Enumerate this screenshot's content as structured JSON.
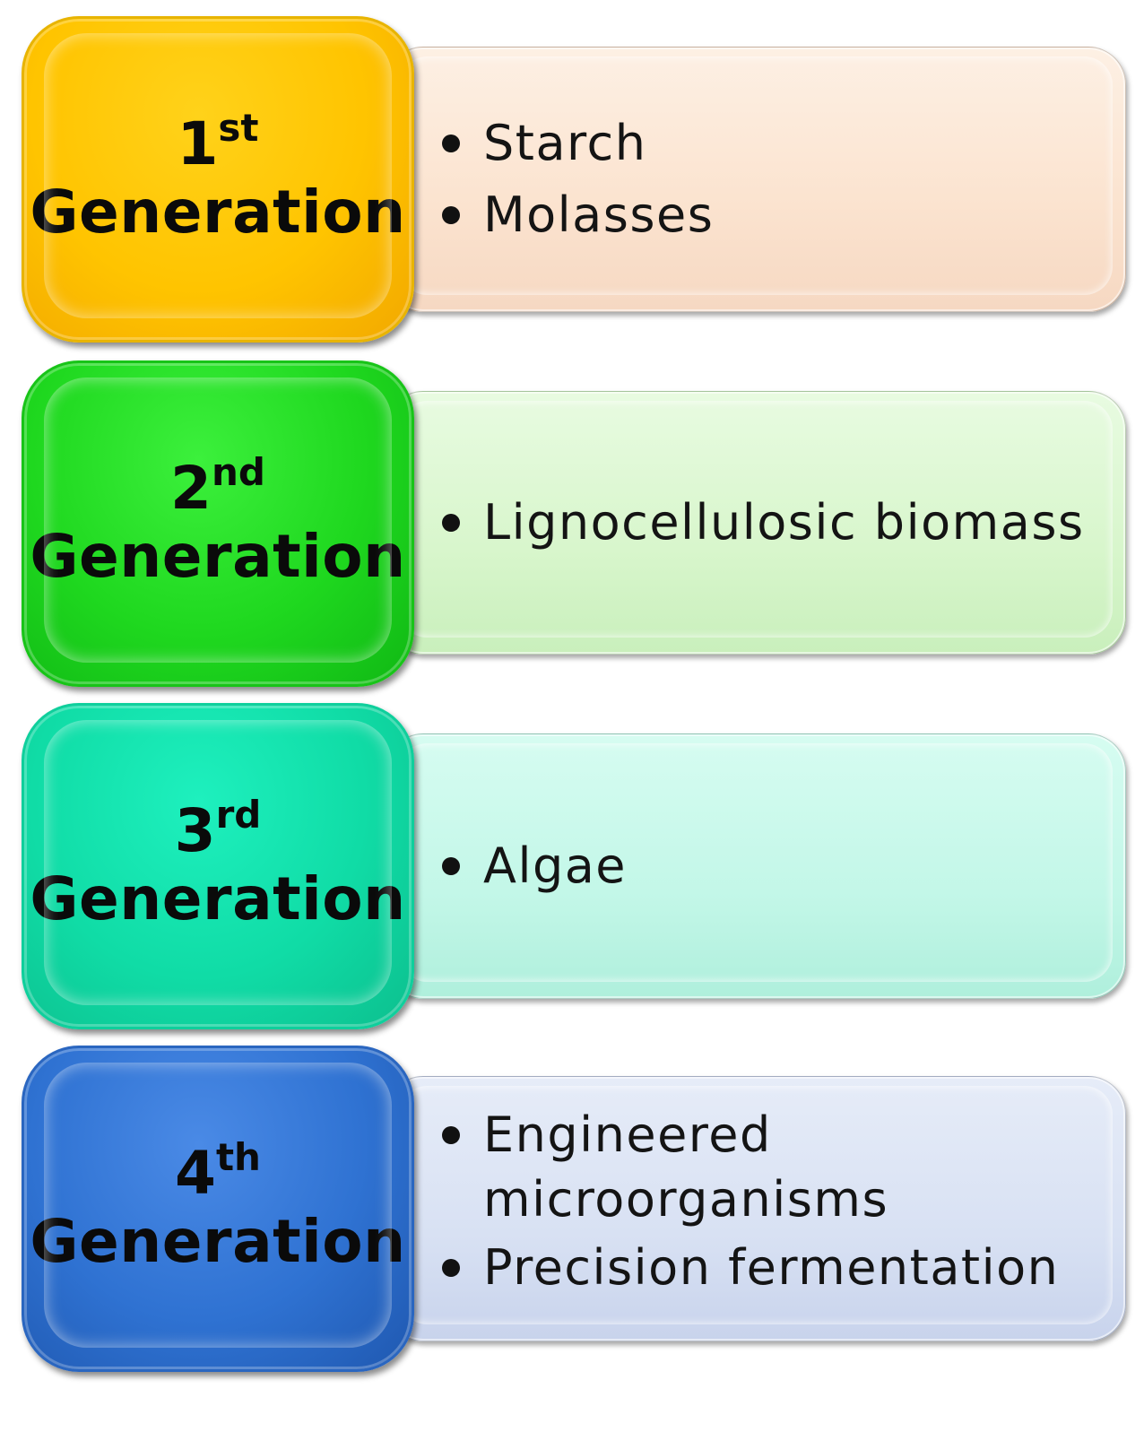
{
  "generations": [
    {
      "number": "1",
      "suffix": "st",
      "label": "Generation",
      "box_color": "#FFC107",
      "panel_color": "#FCE6D4",
      "items": [
        "Starch",
        "Molasses"
      ]
    },
    {
      "number": "2",
      "suffix": "nd",
      "label": "Generation",
      "box_color": "#22D32A",
      "panel_color": "#DDF7D4",
      "items": [
        "Lignocellulosic biomass"
      ]
    },
    {
      "number": "3",
      "suffix": "rd",
      "label": "Generation",
      "box_color": "#12DCA8",
      "panel_color": "#C5F8EA",
      "items": [
        "Algae"
      ]
    },
    {
      "number": "4",
      "suffix": "th",
      "label": "Generation",
      "box_color": "#2F72D2",
      "panel_color": "#D8E2F4",
      "items": [
        "Engineered microorganisms",
        "Precision fermentation"
      ]
    }
  ]
}
